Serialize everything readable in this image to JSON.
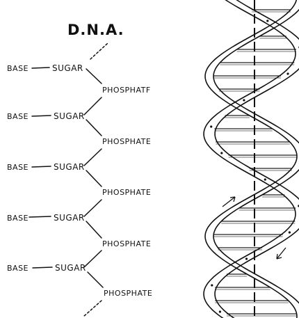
{
  "diagram": {
    "title": "D.N.A.",
    "rows": [
      {
        "base": "BASE",
        "sugar": "SUGAR",
        "phosphate": "PHOSPHATF"
      },
      {
        "base": "BASE",
        "sugar": "SUGAR",
        "phosphate": "PHOSPHATE"
      },
      {
        "base": "BASE",
        "sugar": "SUGAR",
        "phosphate": "PHOSPHATE"
      },
      {
        "base": "BASE",
        "sugar": "SUGAR",
        "phosphate": "PHOSPHATE"
      },
      {
        "base": "BASE",
        "sugar": "SUGAR",
        "phosphate": "PHOSPHATE"
      }
    ]
  }
}
